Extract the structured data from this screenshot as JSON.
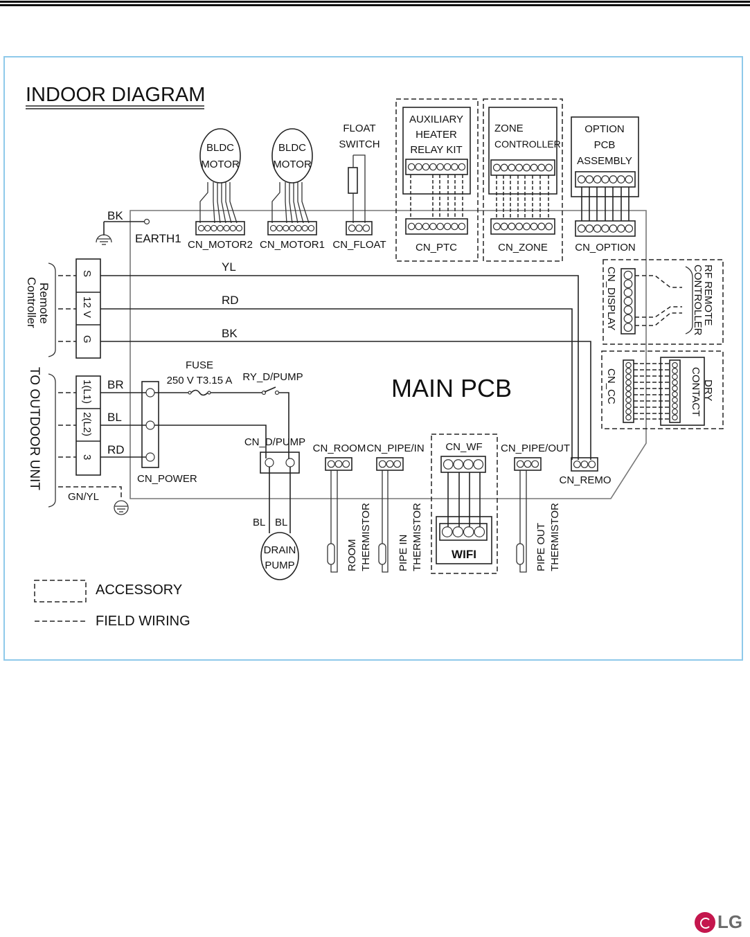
{
  "title": "INDOOR DIAGRAM",
  "main_pcb": "MAIN PCB",
  "motors": [
    {
      "line1": "BLDC",
      "line2": "MOTOR",
      "connector": "CN_MOTOR2"
    },
    {
      "line1": "BLDC",
      "line2": "MOTOR",
      "connector": "CN_MOTOR1"
    }
  ],
  "float_switch": {
    "line1": "FLOAT",
    "line2": "SWITCH",
    "connector": "CN_FLOAT"
  },
  "earth": {
    "wire": "BK",
    "label": "EARTH1"
  },
  "accessories": {
    "ptc": {
      "line1": "AUXILIARY",
      "line2": "HEATER",
      "line3": "RELAY KIT",
      "connector": "CN_PTC"
    },
    "zone": {
      "line1": "ZONE",
      "line2": "CONTROLLER",
      "connector": "CN_ZONE"
    },
    "option": {
      "line1": "OPTION",
      "line2": "PCB",
      "line3": "ASSEMBLY",
      "connector": "CN_OPTION"
    },
    "display": {
      "connector": "CN_DISPLAY",
      "line1": "RF REMOTE",
      "line2": "CONTROLLER"
    },
    "cc": {
      "connector": "CN_CC",
      "line1": "DRY",
      "line2": "CONTACT"
    },
    "wifi": {
      "connector": "CN_WF",
      "label": "WIFI"
    }
  },
  "remote_controller": {
    "label_line1": "Remote",
    "label_line2": "Controller",
    "terminals": [
      "S",
      "12 V",
      "G"
    ],
    "wires": [
      "YL",
      "RD",
      "BK"
    ],
    "connector": "CN_REMO"
  },
  "outdoor_unit": {
    "label": "TO OUTDOOR UNIT",
    "terminals": [
      "1(L1)",
      "2(L2)",
      "3"
    ],
    "wires": [
      "BR",
      "BL",
      "RD"
    ],
    "ground": "GN/YL",
    "connector": "CN_POWER"
  },
  "fuse": {
    "label": "FUSE",
    "rating": "250 V T3.15 A"
  },
  "relay": "RY_D/PUMP",
  "drain_pump": {
    "connector": "CN_D/PUMP",
    "wire1": "BL",
    "wire2": "BL",
    "line1": "DRAIN",
    "line2": "PUMP"
  },
  "thermistors": [
    {
      "connector": "CN_ROOM",
      "line1": "ROOM",
      "line2": "THERMISTOR"
    },
    {
      "connector": "CN_PIPE/IN",
      "line1": "PIPE IN",
      "line2": "THERMISTOR"
    },
    {
      "connector": "CN_PIPE/OUT",
      "line1": "PIPE OUT",
      "line2": "THERMISTOR"
    }
  ],
  "legend": [
    {
      "symbol": "dashed-box",
      "label": "ACCESSORY"
    },
    {
      "symbol": "dashed-line",
      "label": "FIELD WIRING"
    }
  ],
  "brand": "LG",
  "colors": {
    "frame": "#8ec9ea",
    "brand": "#c4164d"
  }
}
